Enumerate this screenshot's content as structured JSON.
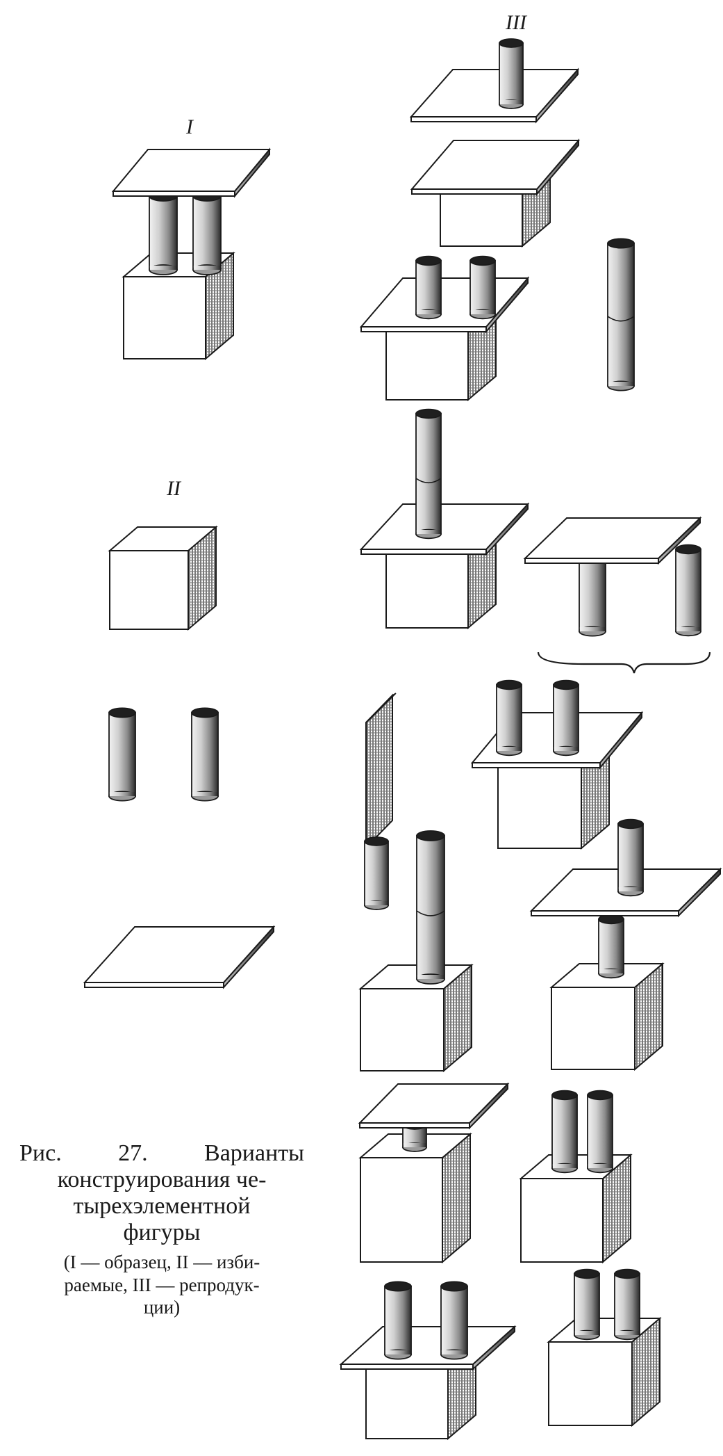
{
  "labels": {
    "sample": "I",
    "selected": "II",
    "reproductions": "III"
  },
  "caption": {
    "line1": "Рис. 27.   Варианты",
    "line2": "конструирования че-",
    "line3": "тырехэлементной",
    "line4": "фигуры"
  },
  "legend": {
    "line1": "(I — образец,    II — изби-",
    "line2": "раемые,   III — репродук-",
    "line3": "ции)"
  },
  "colors": {
    "ink": "#1a1a1a",
    "paper": "#ffffff",
    "hatch": "#555555"
  }
}
